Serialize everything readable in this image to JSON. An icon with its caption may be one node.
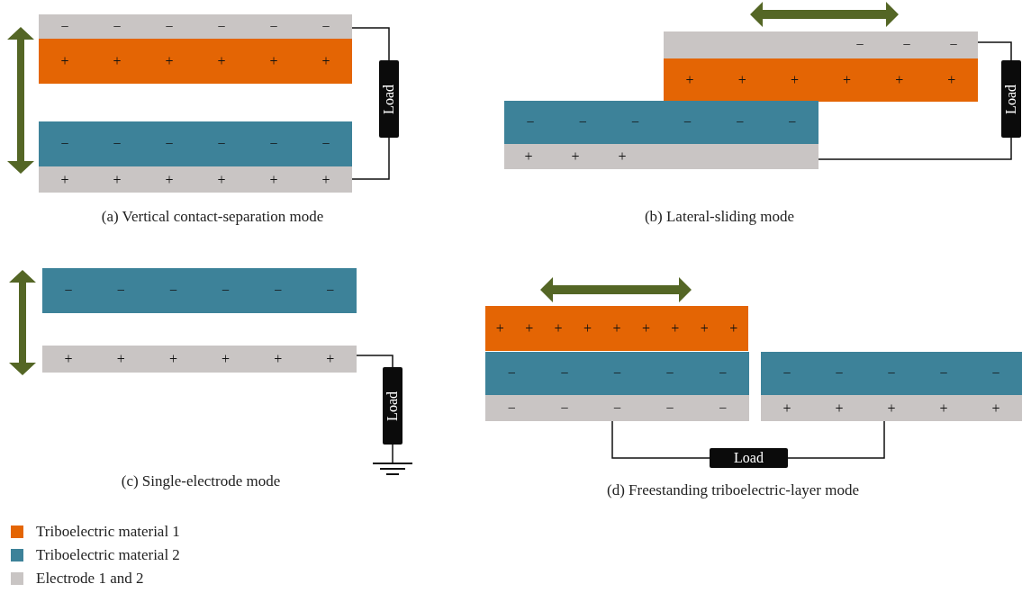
{
  "diagram": {
    "nodes": [
      {
        "text": [
          "−",
          "−",
          "−",
          "−",
          "−",
          "−"
        ]
      },
      {
        "text": [
          "+",
          "+",
          "+",
          "+",
          "+",
          "+"
        ]
      },
      {
        "text": [
          "−",
          "−",
          "−",
          "−",
          "−",
          "−"
        ]
      },
      {
        "text": [
          "+",
          "+",
          "+",
          "+",
          "+",
          "+"
        ]
      },
      {
        "text": [
          "Load"
        ]
      },
      {
        "text": [
          "−",
          "−",
          "−"
        ]
      },
      {
        "text": [
          "+",
          "+",
          "+",
          "+",
          "+",
          "+"
        ]
      },
      {
        "text": [
          "−",
          "−",
          "−",
          "−",
          "−",
          "−"
        ]
      },
      {
        "text": [
          "+",
          "+",
          "+"
        ]
      },
      {
        "text": [
          "Load"
        ]
      },
      {
        "text": [
          "−",
          "−",
          "−",
          "−",
          "−",
          "−"
        ]
      },
      {
        "text": [
          "+",
          "+",
          "+",
          "+",
          "+",
          "+"
        ]
      },
      {
        "text": [
          "Load"
        ]
      },
      {
        "text": [],
        "shape": "ground"
      },
      {
        "text": [
          "+",
          "+",
          "+",
          "+",
          "+",
          "+",
          "+",
          "+",
          "+"
        ]
      },
      {
        "text": [
          "−",
          "−",
          "−",
          "−",
          "−"
        ]
      },
      {
        "text": [
          "−",
          "−",
          "−",
          "−",
          "−"
        ]
      },
      {
        "text": [
          "−",
          "−",
          "−",
          "−",
          "−"
        ]
      },
      {
        "text": [
          "+",
          "+",
          "+",
          "+",
          "+"
        ]
      },
      {
        "text": [
          "Load"
        ]
      }
    ],
    "edges": [
      {
        "from": 0,
        "to": 4,
        "arrow": "none"
      },
      {
        "from": 4,
        "to": 3,
        "arrow": "none"
      },
      {
        "from": 5,
        "to": 9,
        "arrow": "none"
      },
      {
        "from": 9,
        "to": 8,
        "arrow": "none"
      },
      {
        "from": 11,
        "to": 12,
        "arrow": "none"
      },
      {
        "from": 12,
        "to": 13,
        "arrow": "none"
      },
      {
        "from": 17,
        "to": 19,
        "arrow": "none"
      },
      {
        "from": 19,
        "to": 18,
        "arrow": "none"
      }
    ],
    "labels": [
      "(a) Vertical contact-separation mode",
      "(b) Lateral-sliding mode",
      "(c) Single-electrode mode",
      "(d) Freestanding triboelectric-layer mode"
    ],
    "legend": [
      {
        "text": "Triboelectric material 1",
        "color": "#e46504"
      },
      {
        "text": "Triboelectric material 2",
        "color": "#3d8299"
      },
      {
        "text": "Electrode 1 and 2",
        "color": "#c9c5c4"
      }
    ]
  }
}
